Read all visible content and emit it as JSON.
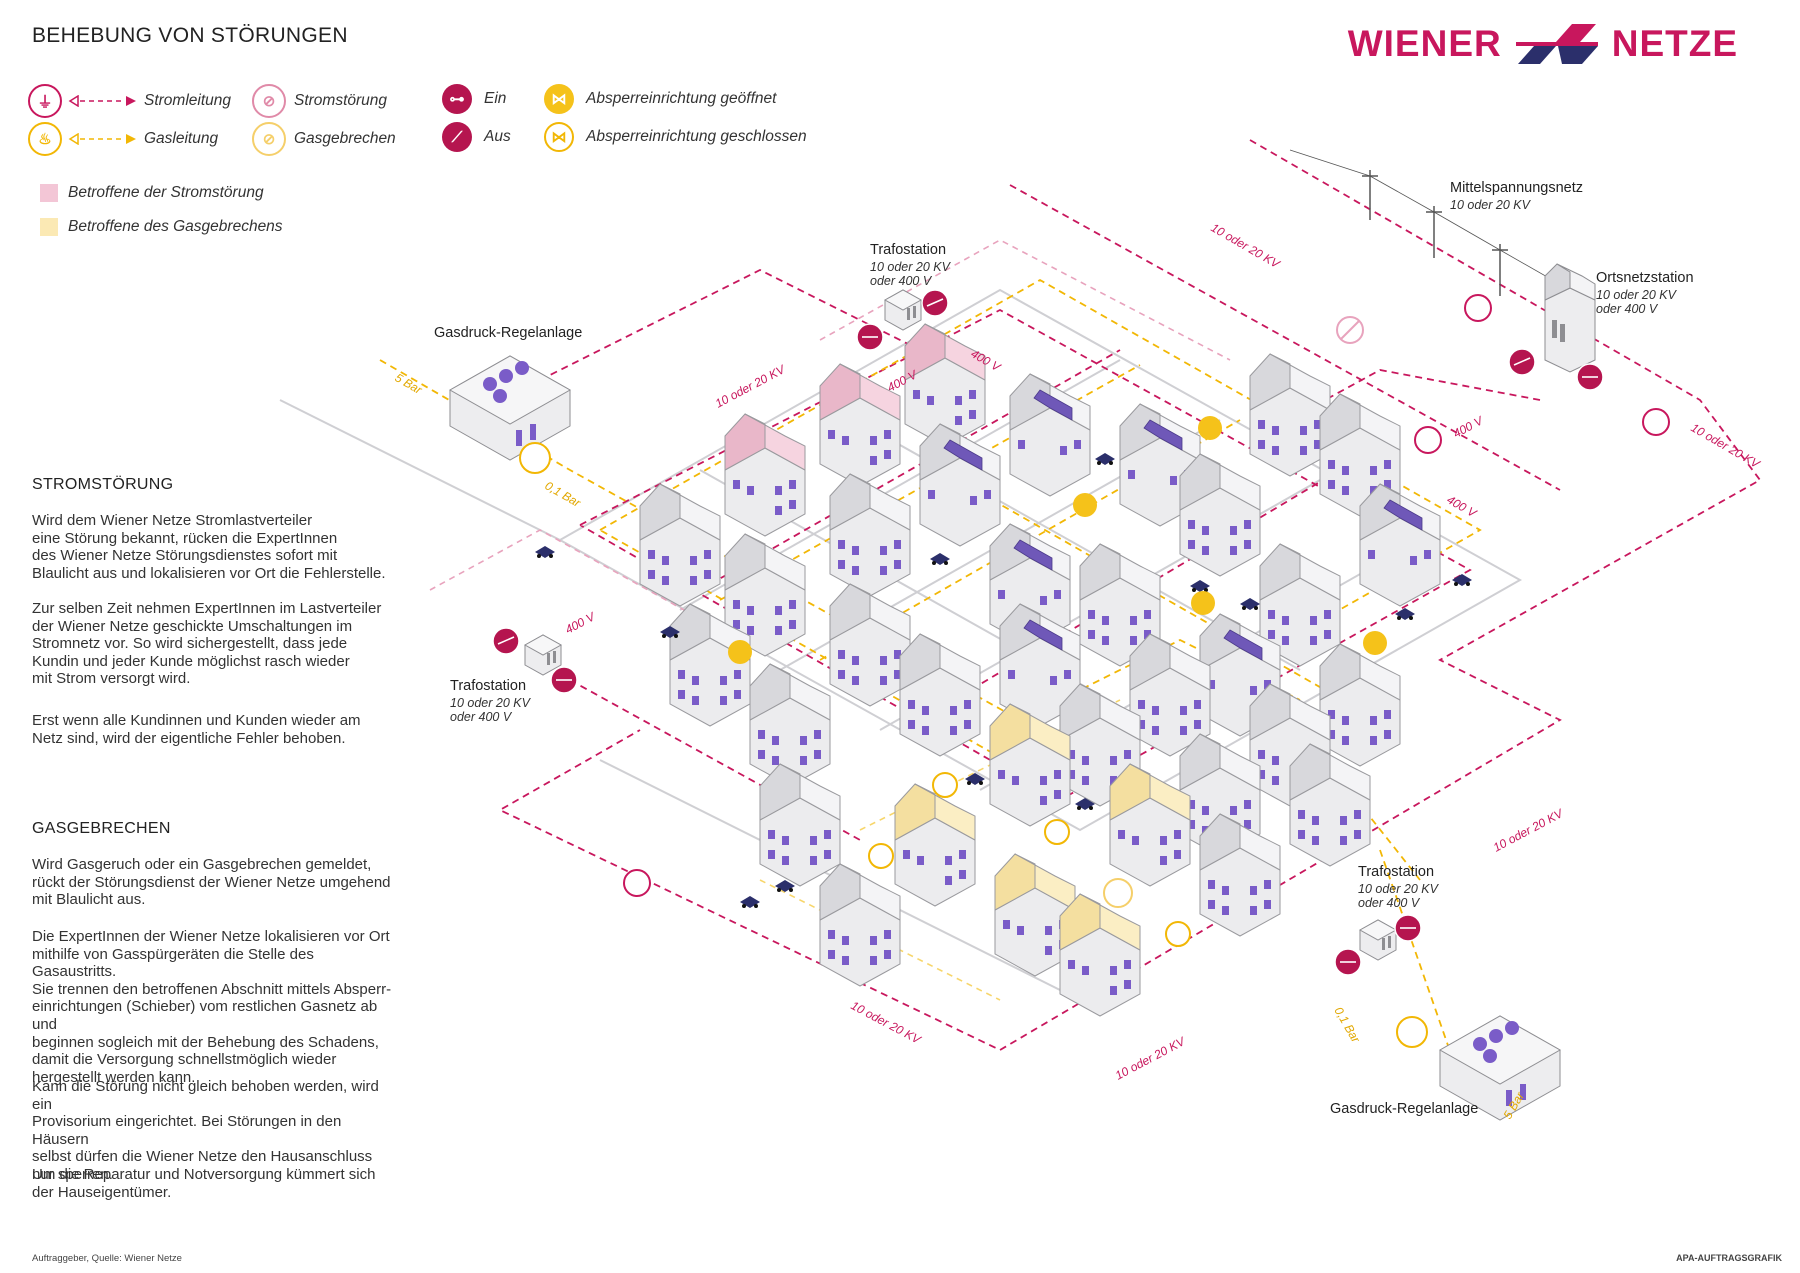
{
  "title": "BEHEBUNG VON STÖRUNGEN",
  "logo": {
    "left_word": "WIENER",
    "right_word": "NETZE"
  },
  "legend": {
    "stromleitung": "Stromleitung",
    "gasleitung": "Gasleitung",
    "stromstoerung": "Stromstörung",
    "gasgebrechen": "Gasgebrechen",
    "ein": "Ein",
    "aus": "Aus",
    "absperr_geoeffnet": "Absperreinrichtung geöffnet",
    "absperr_geschlossen": "Absperreinrichtung geschlossen",
    "betroffene_strom": "Betroffene der Stromstörung",
    "betroffene_gas": "Betroffene des Gasgebrechens"
  },
  "colors": {
    "power": "#c8175d",
    "gas": "#f2b705",
    "affected_power": "#f3c6d6",
    "affected_gas": "#fbe9b4",
    "house_window": "#7a5cc8"
  },
  "sections": {
    "strom_title": "STROMSTÖRUNG",
    "strom_p1": "Wird dem Wiener Netze Stromlastverteiler\neine Störung bekannt, rücken die ExpertInnen\ndes Wiener Netze Störungsdienstes sofort mit\nBlaulicht aus und lokalisieren vor Ort die Fehlerstelle.",
    "strom_p2": "Zur selben Zeit nehmen ExpertInnen im Lastverteiler\nder Wiener Netze geschickte Umschaltungen im\nStromnetz vor. So wird sichergestellt, dass jede\nKundin und jeder Kunde möglichst rasch wieder\nmit Strom versorgt wird.",
    "strom_p3": "Erst wenn alle Kundinnen und Kunden wieder am\nNetz sind, wird der eigentliche Fehler behoben.",
    "gas_title": "GASGEBRECHEN",
    "gas_p1": "Wird Gasgeruch oder ein Gasgebrechen gemeldet,\nrückt der Störungsdienst der Wiener Netze umgehend\nmit Blaulicht aus.",
    "gas_p2": "Die ExpertInnen der Wiener Netze lokalisieren vor Ort\nmithilfe von Gasspürgeräten die Stelle des Gasaustritts.\nSie trennen den betroffenen Abschnitt mittels Absperr-\neinrichtungen (Schieber) vom restlichen Gasnetz ab und\nbeginnen sogleich mit der Behebung des Schadens,\ndamit die Versorgung schnellstmöglich wieder\nhergestellt werden kann.",
    "gas_p3": "Kann die Störung nicht gleich behoben werden, wird ein\nProvisorium eingerichtet. Bei Störungen in den Häusern\nselbst dürfen die Wiener Netze den Hausanschluss\nnur sperren.",
    "gas_p4": "Um die Reparatur und Notversorgung kümmert sich\nder Hauseigentümer."
  },
  "map": {
    "gasdruck_top": "Gasdruck-Regelanlage",
    "gasdruck_bottom": "Gasdruck-Regelanlage",
    "trafo_top": "Trafostation",
    "trafo_top_sub": "10 oder 20 KV\noder 400 V",
    "trafo_left": "Trafostation",
    "trafo_left_sub": "10 oder 20 KV\noder 400 V",
    "trafo_right": "Trafostation",
    "trafo_right_sub": "10 oder 20 KV\noder 400 V",
    "mittelspannung": "Mittelspannungsnetz",
    "mittelspannung_sub": "10 oder 20 KV",
    "ortsnetz": "Ortsnetzstation",
    "ortsnetz_sub": "10 oder 20 KV\noder 400 V",
    "kv": "10 oder 20 KV",
    "v400": "400 V",
    "bar5": "5 Bar",
    "bar01": "0,1 Bar"
  },
  "footer": {
    "source": "Auftraggeber, Quelle: Wiener Netze",
    "credit": "APA-AUFTRAGSGRAFIK"
  }
}
